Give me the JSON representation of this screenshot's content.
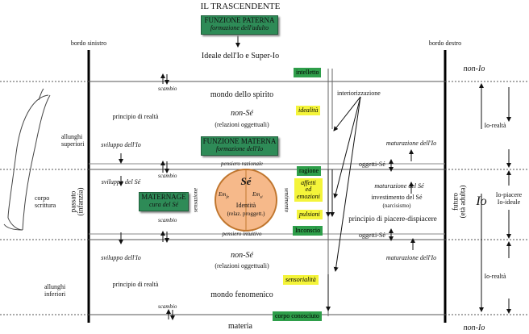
{
  "title": "IL TRASCENDENTE",
  "boxes": {
    "funzione_paterna": {
      "line1": "FUNZIONE PATERNA",
      "line2": "formazione dell'adulto"
    },
    "funzione_materna": {
      "line1": "FUNZIONE MATERNA",
      "line2": "formazione dell'Io"
    },
    "maternage": {
      "line1": "MATERNAGE",
      "line2": "cura del Sé"
    }
  },
  "ideale": "Ideale dell'Io e Super-Io",
  "bordo_sinistro": "bordo sinistro",
  "bordo_destro": "bordo destro",
  "tags_green": {
    "intelletto": "intelletto",
    "ragione": "ragione",
    "inconscio": "Inconscio",
    "corpo_conosciuto": "corpo conosciuto"
  },
  "tags_yellow": {
    "idealita": "idealità",
    "affetti": [
      "affetti",
      "ed",
      "emozioni"
    ],
    "pulsioni": "pulsioni",
    "sensorialita": "sensorialità"
  },
  "left": {
    "allunghi_superiori": [
      "allunghi",
      "superiori"
    ],
    "corpo_scrittura": [
      "corpo",
      "scrittura"
    ],
    "allunghi_inferiori": [
      "allunghi",
      "inferiori"
    ],
    "passato": [
      "passato",
      "(infanzia)"
    ]
  },
  "right": {
    "non_io_top": "non-Io",
    "non_io_bottom": "non-Io",
    "io": "Io",
    "io_realta_top": "Io-realtà",
    "io_realta_bottom": "Io-realtà",
    "io_piacere": [
      "Io-piacere",
      "Io-ideale"
    ],
    "futuro": [
      "futuro",
      "(età adulta)"
    ]
  },
  "labels": {
    "mondo_spirito": "mondo dello spirito",
    "non_se_top": "non-Sé",
    "rel_ogg_top": "(relazioni oggettuali)",
    "principio_realta_top": "principio di realtà",
    "sviluppo_io_top": "sviluppo dell'Io",
    "sviluppo_se": "sviluppo del Sé",
    "sviluppo_io_bottom": "sviluppo dell'Io",
    "principio_realta_bottom": "principio di realtà",
    "non_se_bottom": "non-Sé",
    "rel_ogg_bottom": "(relazioni oggettuali)",
    "mondo_fenomenico": "mondo fenomenico",
    "materia": "materia",
    "scambio_1": "scambio",
    "scambio_2": "scambio",
    "scambio_3": "scambio",
    "scambio_4": "scambio",
    "pensiero_razionale": "pensiero razionale",
    "pensiero_intuitivo": "pensiero intuitivo",
    "sensazione": "sensazione",
    "sentimento": "sentimento",
    "interiorizzazione": "interiorizzazione",
    "maturazione_io_top": "maturazione dell'Io",
    "maturazione_se": "maturazione del Sé",
    "investimento": "investimento del Sé",
    "narcisismo": "(narcisismo)",
    "principio_piacere": "principio di piacere-dispiacere",
    "oggetti_se_top": "oggetti-Sé",
    "oggetti_se_bottom": "oggetti-Sé",
    "maturazione_io_bottom": "maturazione dell'Io"
  },
  "circle": {
    "title": "Sé",
    "em_left": "Em",
    "em_left_sub": "fe",
    "em_right": "Em",
    "em_right_sub": "si",
    "identita": "Identità",
    "relaz": "(relaz. proggett.)"
  },
  "colors": {
    "green_box": "#2e8b57",
    "green_tag": "#2e9e4a",
    "yellow_tag": "#f4f43a",
    "circle_fill": "#f6b98a",
    "circle_stroke": "#c0762e"
  }
}
